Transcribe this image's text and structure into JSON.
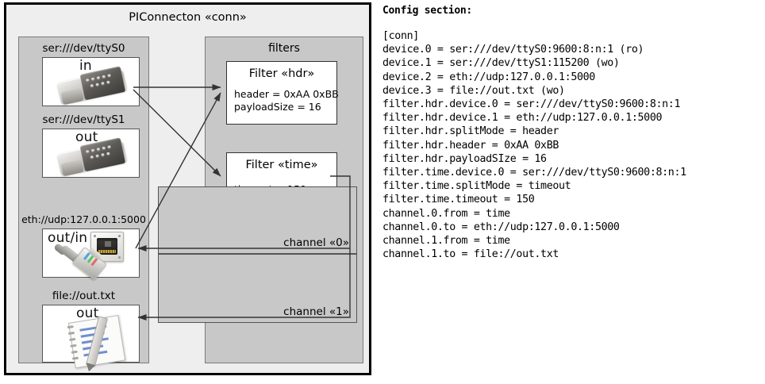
{
  "component": {
    "title": "PIConnecton «conn»",
    "devices_panel": {
      "devices": [
        {
          "label": "ser:///dev/ttyS0",
          "io": "in",
          "icon": "serial-connector-icon"
        },
        {
          "label": "ser:///dev/ttyS1",
          "io": "out",
          "icon": "serial-connector-icon"
        },
        {
          "label": "eth://udp:127.0.0.1:5000",
          "io": "out/in",
          "icon": "network-jack-icon"
        },
        {
          "label": "file://out.txt",
          "io": "out",
          "icon": "notepad-pencil-icon"
        }
      ]
    },
    "filters_panel": {
      "title": "filters",
      "filters": [
        {
          "title": "Filter «hdr»",
          "props": "header = 0xAA 0xBB\npayloadSize = 16"
        },
        {
          "title": "Filter «time»",
          "props": "timeout = 150 ms"
        }
      ],
      "channels": [
        {
          "label": "channel «0»"
        },
        {
          "label": "channel «1»"
        }
      ]
    }
  },
  "config": {
    "heading": "Config section:",
    "text": "[conn]\ndevice.0 = ser:///dev/ttyS0:9600:8:n:1 (ro)\ndevice.1 = ser:///dev/ttyS1:115200 (wo)\ndevice.2 = eth://udp:127.0.0.1:5000\ndevice.3 = file://out.txt (wo)\nfilter.hdr.device.0 = ser:///dev/ttyS0:9600:8:n:1\nfilter.hdr.device.1 = eth://udp:127.0.0.1:5000\nfilter.hdr.splitMode = header\nfilter.hdr.header = 0xAA 0xBB\nfilter.hdr.payloadSIze = 16\nfilter.time.device.0 = ser:///dev/ttyS0:9600:8:n:1\nfilter.time.splitMode = timeout\nfilter.time.timeout = 150\nchannel.0.from = time\nchannel.0.to = eth://udp:127.0.0.1:5000\nchannel.1.from = time\nchannel.1.to = file://out.txt"
  },
  "colors": {
    "frame_border": "#000000",
    "frame_fill": "#eeeeee",
    "panel_fill": "#c8c8c8",
    "panel_border": "#7a7a7a",
    "box_fill": "#ffffff",
    "wire": "#333333"
  }
}
